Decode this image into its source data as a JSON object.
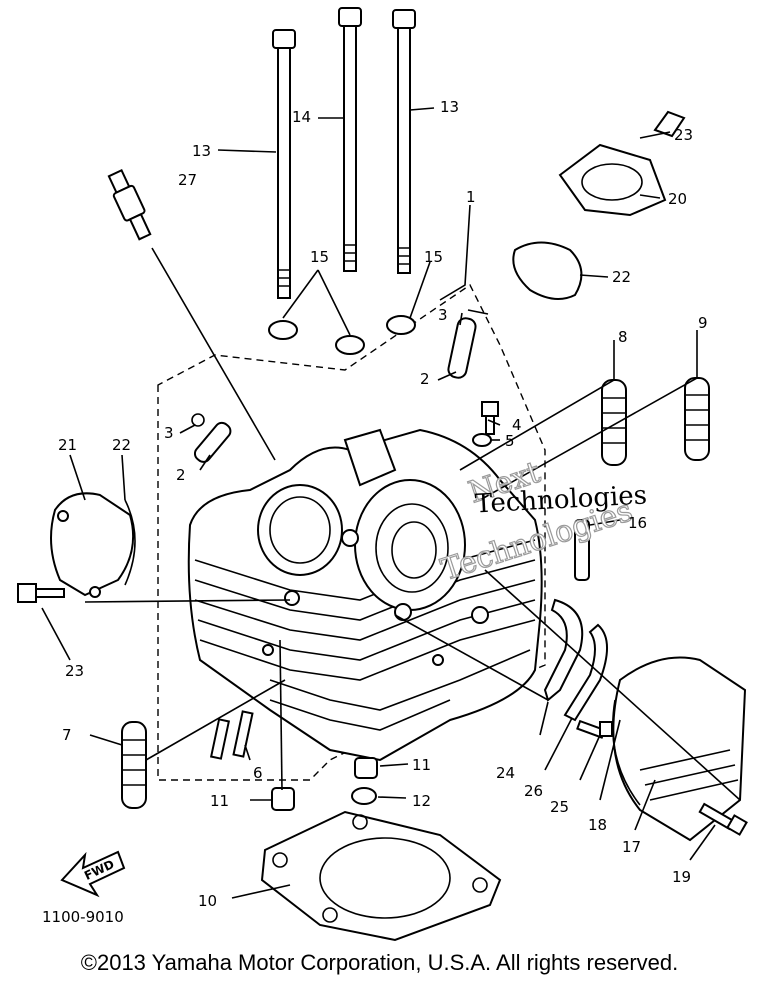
{
  "callouts": {
    "c1": "1",
    "c2a": "2",
    "c2b": "2",
    "c3a": "3",
    "c3b": "3",
    "c4": "4",
    "c5": "5",
    "c6": "6",
    "c7": "7",
    "c8": "8",
    "c9": "9",
    "c10": "10",
    "c11a": "11",
    "c11b": "11",
    "c12": "12",
    "c13a": "13",
    "c13b": "13",
    "c14": "14",
    "c15a": "15",
    "c15b": "15",
    "c16": "16",
    "c17": "17",
    "c18": "18",
    "c19": "19",
    "c20": "20",
    "c21": "21",
    "c22a": "22",
    "c22b": "22",
    "c23a": "23",
    "c23b": "23",
    "c24": "24",
    "c25": "25",
    "c26": "26",
    "c27": "27"
  },
  "fwd_label": "FWD",
  "diagram_code": "1100-9010",
  "watermark": {
    "line1": "Next",
    "line2": "Technologies",
    "line3": "Technologies"
  },
  "copyright": "©2013 Yamaha Motor Corporation, U.S.A. All rights reserved."
}
